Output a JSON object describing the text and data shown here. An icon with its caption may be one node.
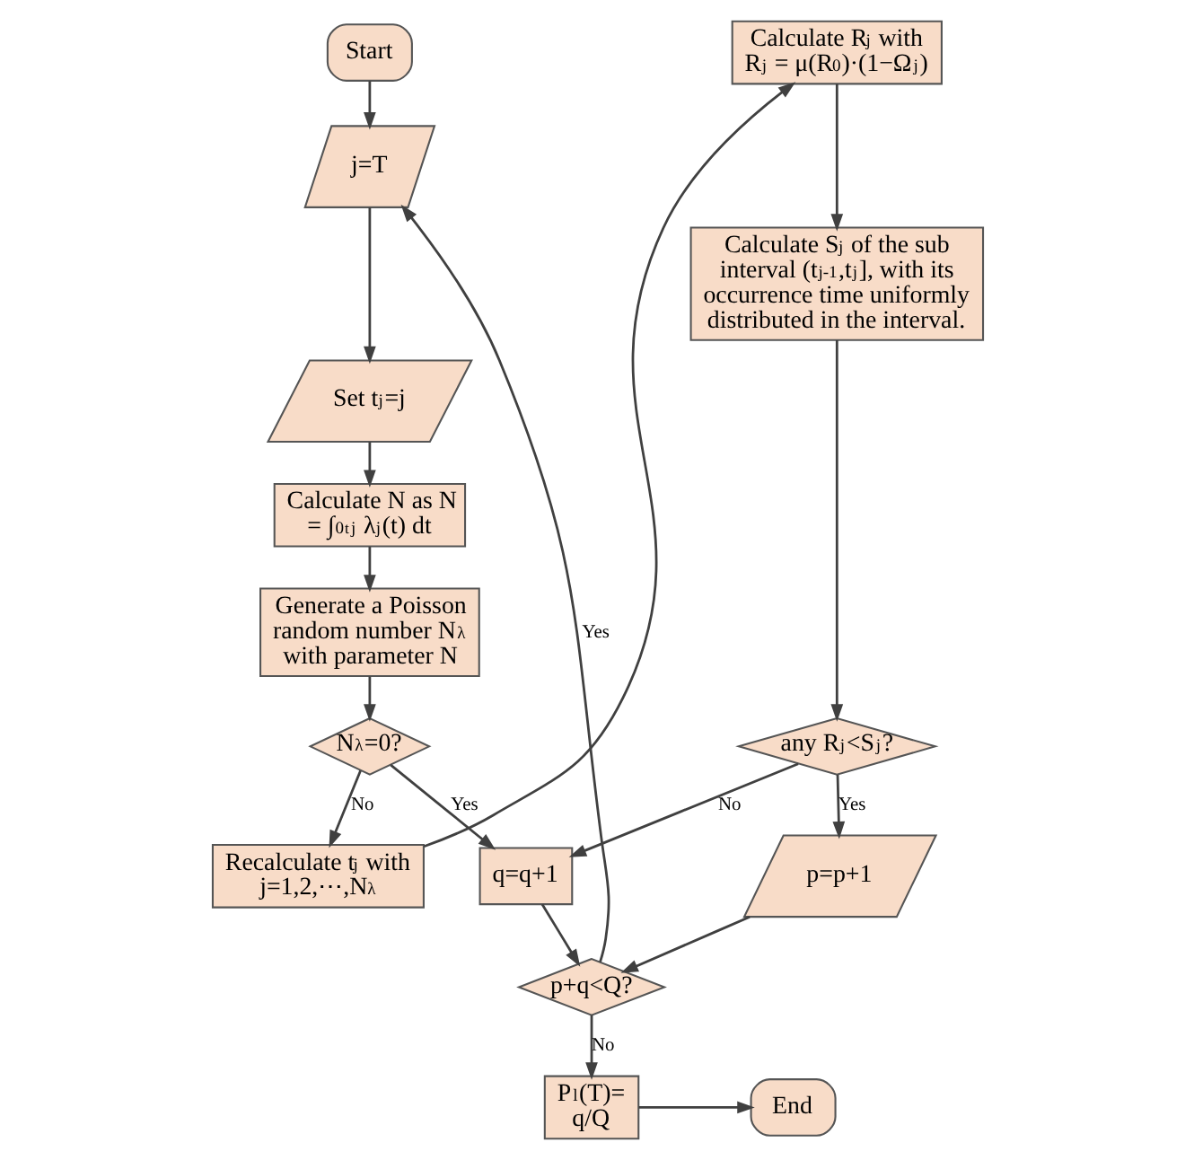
{
  "diagram": {
    "nodes": [
      {
        "text": [
          "Start"
        ]
      },
      {
        "text": [
          "j=T"
        ]
      },
      {
        "text": [
          "Set t$_{j}$=j"
        ]
      },
      {
        "text": [
          "Calculate N as N = ∫$_{0}$$^{t}$$_{j}$ λ$_{j}$(t) dt"
        ]
      },
      {
        "text": [
          "Generate a Poisson random number N$_{λ}$ with parameter N"
        ]
      },
      {
        "text": [
          "N$_{λ}$=0?"
        ]
      },
      {
        "text": [
          "Recalculate t$_{j}$ with j=1,2,⋯,N$_{λ}$"
        ]
      },
      {
        "text": [
          "Calculate R$_{j}$ with R$_{j}$ = μ(R$_{0}$)·(1−Ω$_{j}$)"
        ]
      },
      {
        "text": [
          "Calculate S$_{j}$ of the sub interval (t$_{j-1}$,t$_{j}$], with its occurrence time uniformly distributed in the interval."
        ]
      },
      {
        "text": [
          "any R$_{j}$<S$_{j}$?"
        ]
      },
      {
        "text": [
          "q=q+1"
        ]
      },
      {
        "text": [
          "p=p+1"
        ]
      },
      {
        "text": [
          "p+q<Q?"
        ]
      },
      {
        "text": [
          "P$_{l}$(T)= q/Q"
        ]
      },
      {
        "text": [
          "End"
        ]
      }
    ],
    "edges": [
      {
        "from": 0,
        "to": 1,
        "arrow": "to"
      },
      {
        "from": 1,
        "to": 2,
        "arrow": "to"
      },
      {
        "from": 2,
        "to": 3,
        "arrow": "to"
      },
      {
        "from": 3,
        "to": 4,
        "arrow": "to"
      },
      {
        "from": 4,
        "to": 5,
        "arrow": "to"
      },
      {
        "from": 5,
        "to": 6,
        "arrow": "to",
        "label": "No"
      },
      {
        "from": 5,
        "to": 10,
        "arrow": "to",
        "label": "Yes"
      },
      {
        "from": 6,
        "to": 7,
        "arrow": "to"
      },
      {
        "from": 7,
        "to": 8,
        "arrow": "to"
      },
      {
        "from": 8,
        "to": 9,
        "arrow": "to"
      },
      {
        "from": 9,
        "to": 10,
        "arrow": "to",
        "label": "No"
      },
      {
        "from": 9,
        "to": 11,
        "arrow": "to",
        "label": "Yes"
      },
      {
        "from": 10,
        "to": 12,
        "arrow": "to"
      },
      {
        "from": 11,
        "to": 12,
        "arrow": "to"
      },
      {
        "from": 12,
        "to": 1,
        "arrow": "to",
        "label": "Yes"
      },
      {
        "from": 12,
        "to": 13,
        "arrow": "to",
        "label": "No"
      },
      {
        "from": 13,
        "to": 14,
        "arrow": "to"
      }
    ]
  }
}
